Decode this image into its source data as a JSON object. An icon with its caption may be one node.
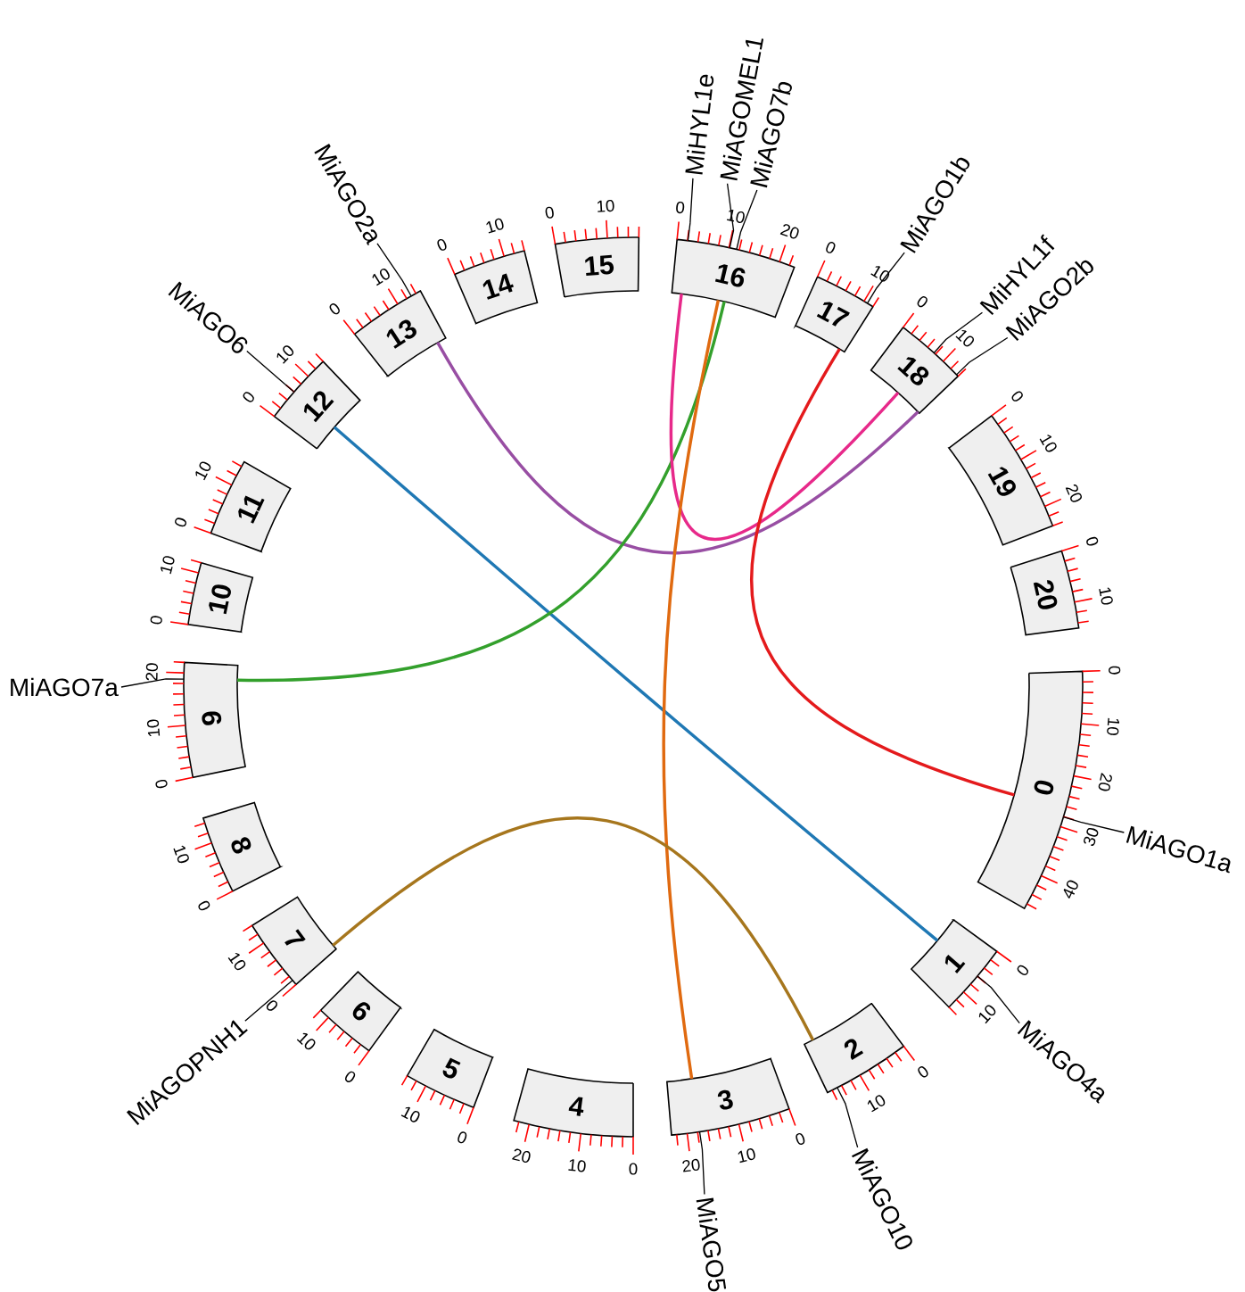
{
  "diagram": {
    "nodes": [
      {
        "text": [
          "0"
        ],
        "beside": [
          "0",
          "10",
          "20",
          "30",
          "40"
        ]
      },
      {
        "text": [
          "1"
        ],
        "beside": [
          "0",
          "10"
        ]
      },
      {
        "text": [
          "2"
        ],
        "beside": [
          "0",
          "10"
        ]
      },
      {
        "text": [
          "3"
        ],
        "beside": [
          "0",
          "10",
          "20"
        ]
      },
      {
        "text": [
          "4"
        ],
        "beside": [
          "0",
          "10",
          "20"
        ]
      },
      {
        "text": [
          "5"
        ],
        "beside": [
          "0",
          "10"
        ]
      },
      {
        "text": [
          "6"
        ],
        "beside": [
          "0",
          "10"
        ]
      },
      {
        "text": [
          "7"
        ],
        "beside": [
          "0",
          "10"
        ]
      },
      {
        "text": [
          "8"
        ],
        "beside": [
          "0",
          "10"
        ]
      },
      {
        "text": [
          "9"
        ],
        "beside": [
          "0",
          "10",
          "20"
        ]
      },
      {
        "text": [
          "10"
        ],
        "beside": [
          "0",
          "10"
        ]
      },
      {
        "text": [
          "11"
        ],
        "beside": [
          "0",
          "10"
        ]
      },
      {
        "text": [
          "12"
        ],
        "beside": [
          "0",
          "10"
        ]
      },
      {
        "text": [
          "13"
        ],
        "beside": [
          "0",
          "10"
        ]
      },
      {
        "text": [
          "14"
        ],
        "beside": [
          "0",
          "10"
        ]
      },
      {
        "text": [
          "15"
        ],
        "beside": [
          "0",
          "10"
        ]
      },
      {
        "text": [
          "16"
        ],
        "beside": [
          "0",
          "10",
          "20"
        ]
      },
      {
        "text": [
          "17"
        ],
        "beside": [
          "0",
          "10"
        ]
      },
      {
        "text": [
          "18"
        ],
        "beside": [
          "0",
          "10"
        ]
      },
      {
        "text": [
          "19"
        ],
        "beside": [
          "0",
          "10",
          "20"
        ]
      },
      {
        "text": [
          "20"
        ],
        "beside": [
          "0",
          "10"
        ]
      },
      {
        "text": [
          "MiAGO1a"
        ]
      },
      {
        "text": [
          "MiAGO4a"
        ]
      },
      {
        "text": [
          "MiAGO10"
        ]
      },
      {
        "text": [
          "MiAGO5"
        ]
      },
      {
        "text": [
          "MiAGOPNH1"
        ]
      },
      {
        "text": [
          "MiAGO7a"
        ]
      },
      {
        "text": [
          "MiAGO6"
        ]
      },
      {
        "text": [
          "MiAGO2a"
        ]
      },
      {
        "text": [
          "MiHYL1e"
        ]
      },
      {
        "text": [
          "MiAGOMEL1"
        ]
      },
      {
        "text": [
          "MiAGO7b"
        ]
      },
      {
        "text": [
          "MiAGO1b"
        ]
      },
      {
        "text": [
          "MiHYL1f"
        ]
      },
      {
        "text": [
          "MiAGO2b"
        ]
      }
    ],
    "edges": [
      {
        "from": 12,
        "to": 1,
        "arrow": "none",
        "color": "#1f78b4"
      },
      {
        "from": 13,
        "to": 18,
        "arrow": "none",
        "color": "#984ea3"
      },
      {
        "from": 9,
        "to": 16,
        "arrow": "none",
        "color": "#33a02c"
      },
      {
        "from": 16,
        "to": 18,
        "arrow": "none",
        "color": "#e7298a"
      },
      {
        "from": 16,
        "to": 3,
        "arrow": "none",
        "color": "#e06a10"
      },
      {
        "from": 17,
        "to": 0,
        "arrow": "none",
        "color": "#e41a1c"
      },
      {
        "from": 7,
        "to": 2,
        "arrow": "none",
        "color": "#a6761d"
      },
      {
        "from": 21,
        "to": 0,
        "arrow": "none"
      },
      {
        "from": 22,
        "to": 1,
        "arrow": "none"
      },
      {
        "from": 23,
        "to": 2,
        "arrow": "none"
      },
      {
        "from": 24,
        "to": 3,
        "arrow": "none"
      },
      {
        "from": 25,
        "to": 7,
        "arrow": "none"
      },
      {
        "from": 26,
        "to": 9,
        "arrow": "none"
      },
      {
        "from": 27,
        "to": 12,
        "arrow": "none"
      },
      {
        "from": 28,
        "to": 13,
        "arrow": "none"
      },
      {
        "from": 29,
        "to": 16,
        "arrow": "none"
      },
      {
        "from": 30,
        "to": 16,
        "arrow": "none"
      },
      {
        "from": 31,
        "to": 16,
        "arrow": "none"
      },
      {
        "from": 32,
        "to": 17,
        "arrow": "none"
      },
      {
        "from": 33,
        "to": 18,
        "arrow": "none"
      },
      {
        "from": 34,
        "to": 18,
        "arrow": "none"
      }
    ]
  }
}
